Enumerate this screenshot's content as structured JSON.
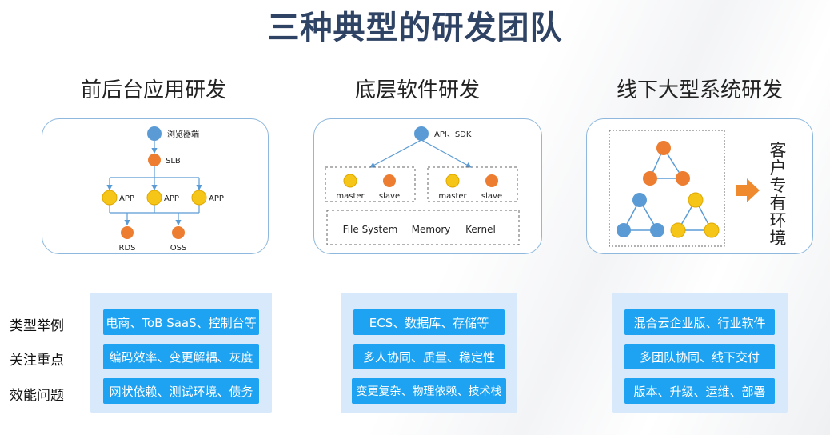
{
  "title": "三种典型的研发团队",
  "columns": [
    {
      "title": "前后台应用研发",
      "diagram": {
        "top": "浏览器端",
        "lb": "SLB",
        "apps": [
          "APP",
          "APP",
          "APP"
        ],
        "stores": [
          "RDS",
          "OSS"
        ]
      },
      "items": [
        "电商、ToB SaaS、控制台等",
        "编码效率、变更解耦、灰度",
        "网状依赖、测试环境、债务"
      ]
    },
    {
      "title": "底层软件研发",
      "diagram": {
        "top": "API、SDK",
        "master": "master",
        "slave": "slave",
        "layers": [
          "File System",
          "Memory",
          "Kernel"
        ]
      },
      "items": [
        "ECS、数据库、存储等",
        "多人协同、质量、稳定性",
        "变更复杂、物理依赖、技术栈"
      ]
    },
    {
      "title": "线下大型系统研发",
      "diagram": {
        "env_text": [
          "客",
          "户",
          "专",
          "有",
          "环",
          "境"
        ]
      },
      "items": [
        "混合云企业版、行业软件",
        "多团队协同、线下交付",
        "版本、升级、运维、部署"
      ]
    }
  ],
  "row_labels": [
    "类型举例",
    "关注重点",
    "效能问题"
  ],
  "colors": {
    "title": "#2f4364",
    "blue_node": "#5b9bd5",
    "orange_node": "#ed7d31",
    "yellow_node": "#f5c518",
    "arrow": "#ef8a2e",
    "pill": "#1ea3f2",
    "panel": "#d7e9fb"
  }
}
